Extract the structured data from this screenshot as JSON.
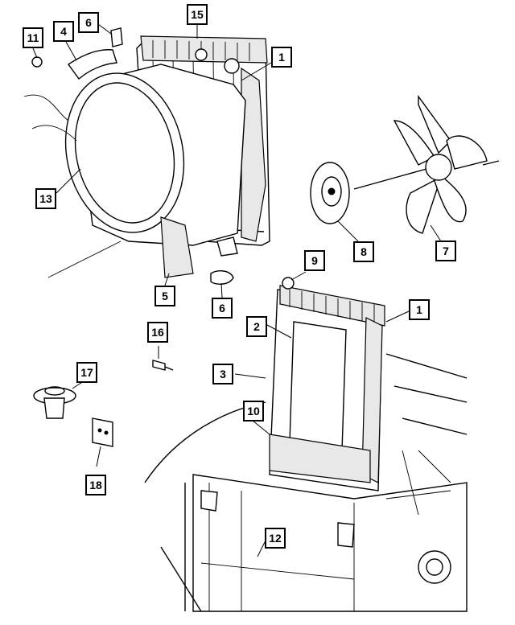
{
  "diagram": {
    "callouts": [
      {
        "id": "c11",
        "label": "11"
      },
      {
        "id": "c4",
        "label": "4"
      },
      {
        "id": "c6a",
        "label": "6"
      },
      {
        "id": "c15",
        "label": "15"
      },
      {
        "id": "c1a",
        "label": "1"
      },
      {
        "id": "c13",
        "label": "13"
      },
      {
        "id": "c8",
        "label": "8"
      },
      {
        "id": "c7",
        "label": "7"
      },
      {
        "id": "c9",
        "label": "9"
      },
      {
        "id": "c5",
        "label": "5"
      },
      {
        "id": "c6b",
        "label": "6"
      },
      {
        "id": "c16",
        "label": "16"
      },
      {
        "id": "c2",
        "label": "2"
      },
      {
        "id": "c1b",
        "label": "1"
      },
      {
        "id": "c17",
        "label": "17"
      },
      {
        "id": "c3",
        "label": "3"
      },
      {
        "id": "c10",
        "label": "10"
      },
      {
        "id": "c18",
        "label": "18"
      },
      {
        "id": "c12",
        "label": "12"
      }
    ],
    "colors": {
      "line": "#000000",
      "background": "#ffffff",
      "shade": "#e8e8e8"
    }
  }
}
